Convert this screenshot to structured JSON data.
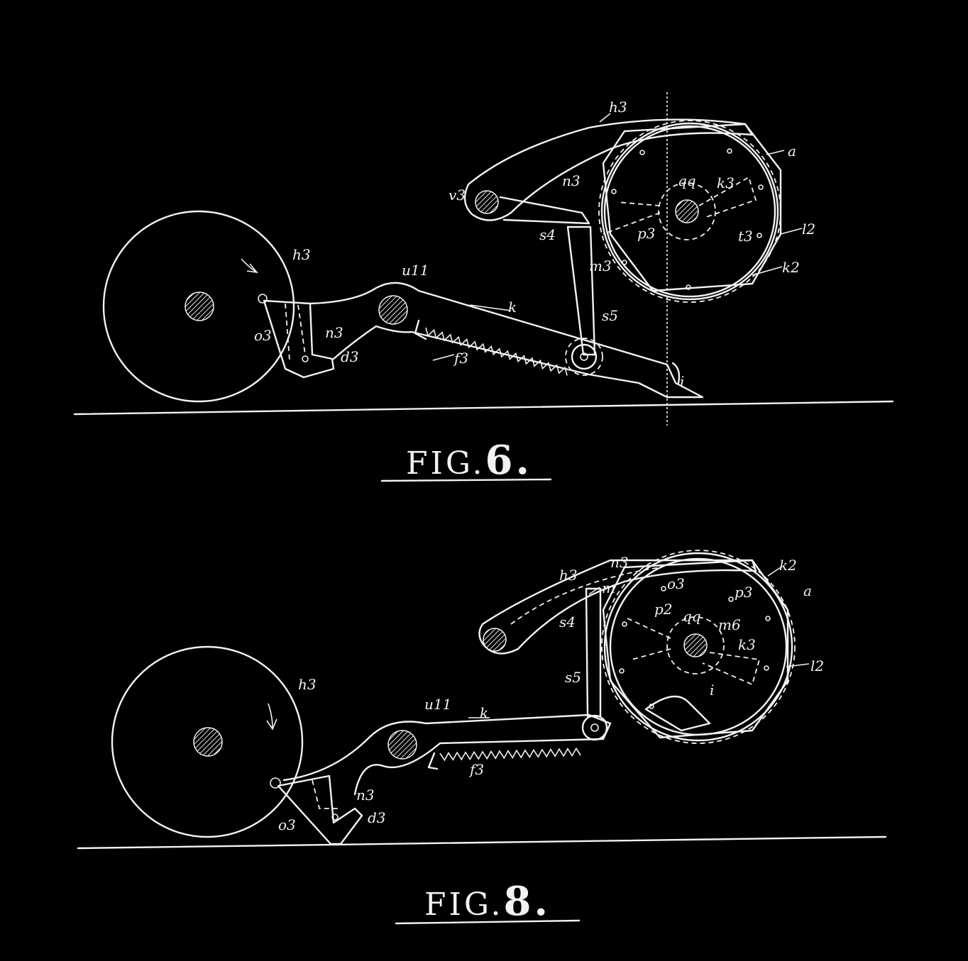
{
  "figures": [
    {
      "id": "fig6",
      "caption_prefix": "FIG.",
      "caption_number": "6.",
      "labels": [
        "h3",
        "a",
        "k3",
        "qq",
        "n3",
        "v3",
        "s4",
        "l2",
        "t3",
        "m3",
        "k2",
        "p3",
        "h3",
        "u11",
        "o3",
        "n3",
        "d3",
        "k",
        "f3",
        "s5",
        "i"
      ]
    },
    {
      "id": "fig8",
      "caption_prefix": "FIG.",
      "caption_number": "8.",
      "labels": [
        "h3",
        "n3",
        "k2",
        "o3",
        "p3",
        "a",
        "m",
        "qq",
        "p2",
        "k3",
        "s4",
        "m6",
        "l2",
        "s5",
        "i",
        "h3",
        "u11",
        "k",
        "f3",
        "o3",
        "n3",
        "d3"
      ]
    }
  ]
}
